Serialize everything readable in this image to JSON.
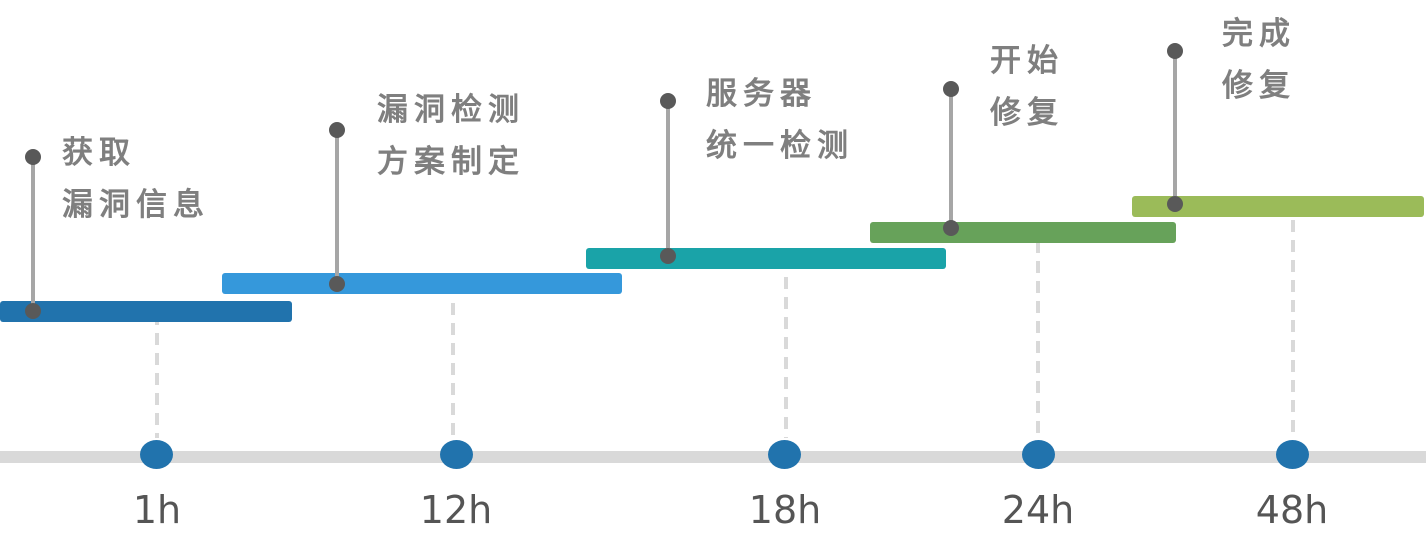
{
  "diagram": {
    "type": "timeline",
    "ticks": [
      {
        "label": "1h"
      },
      {
        "label": "12h"
      },
      {
        "label": "18h"
      },
      {
        "label": "24h"
      },
      {
        "label": "48h"
      }
    ],
    "stages": [
      {
        "line1": "获取",
        "line2": "漏洞信息",
        "color": "#2173ad"
      },
      {
        "line1": "漏洞检测",
        "line2": "方案制定",
        "color": "#3598db"
      },
      {
        "line1": "服务器",
        "line2": "统一检测",
        "color": "#1aa3a8"
      },
      {
        "line1": "开始",
        "line2": "修复",
        "color": "#67a25a"
      },
      {
        "line1": "完成",
        "line2": "修复",
        "color": "#9bbb59"
      }
    ],
    "colors": {
      "axis": "#d9d9d9",
      "tick_marker": "#2173ad",
      "label_text": "#7f7f7f",
      "tick_text": "#555555"
    }
  }
}
